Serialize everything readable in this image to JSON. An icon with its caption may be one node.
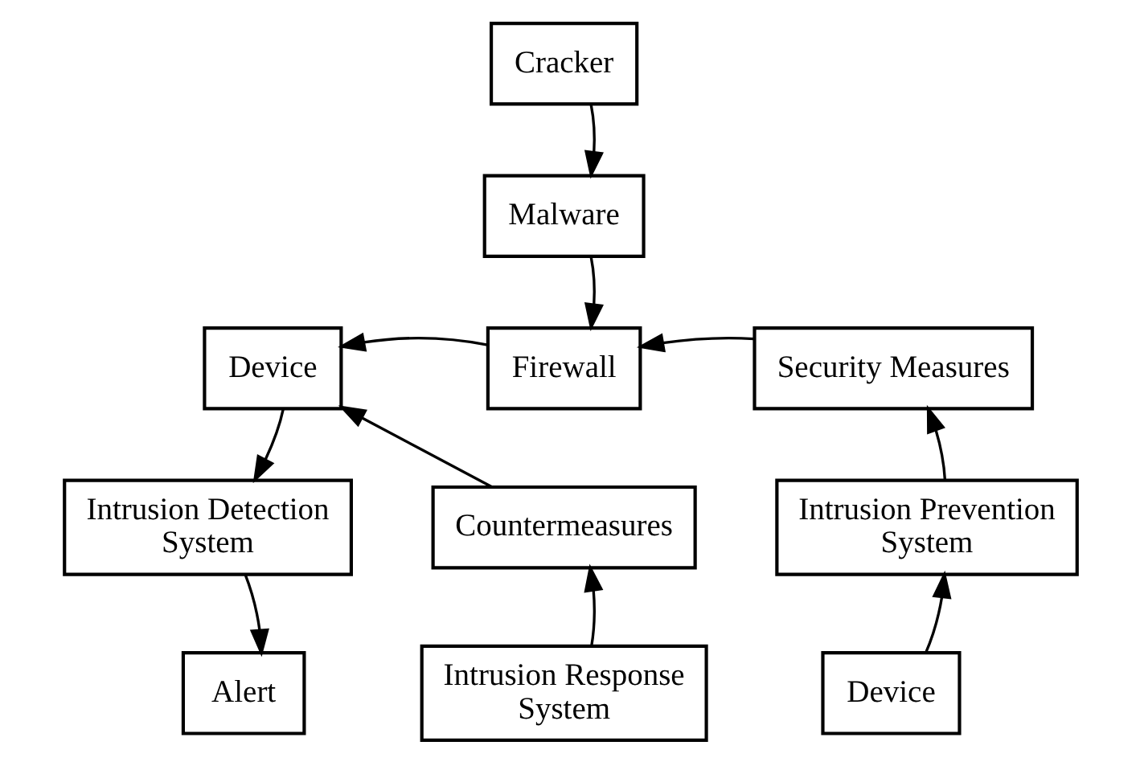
{
  "diagram": {
    "nodes": [
      {
        "text": [
          "Cracker"
        ]
      },
      {
        "text": [
          "Malware"
        ]
      },
      {
        "text": [
          "Device"
        ]
      },
      {
        "text": [
          "Firewall"
        ]
      },
      {
        "text": [
          "Security Measures"
        ]
      },
      {
        "text": [
          "Intrusion Detection System"
        ]
      },
      {
        "text": [
          "Countermeasures"
        ]
      },
      {
        "text": [
          "Intrusion Prevention System"
        ]
      },
      {
        "text": [
          "Alert"
        ]
      },
      {
        "text": [
          "Intrusion Response System"
        ]
      },
      {
        "text": [
          "Device"
        ]
      }
    ],
    "edges": [
      {
        "from": 0,
        "to": 1,
        "arrow": "to"
      },
      {
        "from": 1,
        "to": 3,
        "arrow": "to"
      },
      {
        "from": 3,
        "to": 2,
        "arrow": "to"
      },
      {
        "from": 4,
        "to": 3,
        "arrow": "to"
      },
      {
        "from": 2,
        "to": 5,
        "arrow": "to"
      },
      {
        "from": 6,
        "to": 2,
        "arrow": "to"
      },
      {
        "from": 7,
        "to": 4,
        "arrow": "to"
      },
      {
        "from": 5,
        "to": 8,
        "arrow": "to"
      },
      {
        "from": 9,
        "to": 6,
        "arrow": "to"
      },
      {
        "from": 10,
        "to": 7,
        "arrow": "to"
      }
    ]
  }
}
